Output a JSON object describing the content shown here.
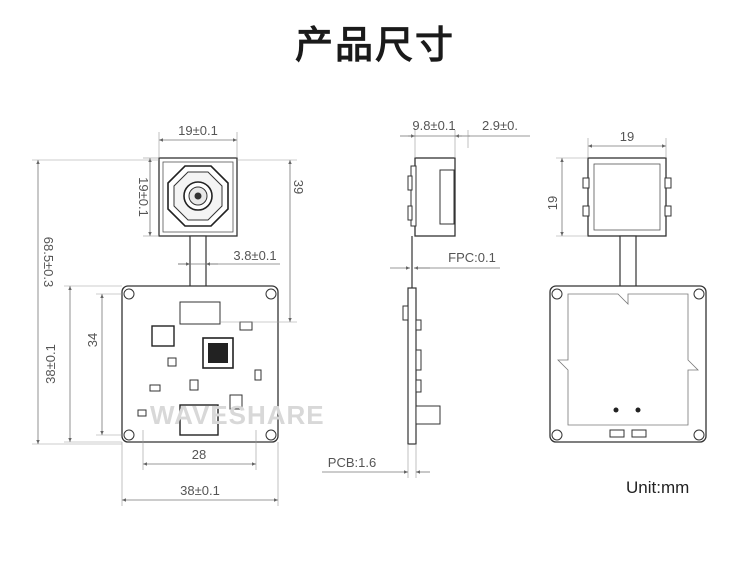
{
  "title": "产品尺寸",
  "unit_label": "Unit:mm",
  "watermark": "WAVESHARE",
  "front_view": {
    "camera_width": "19±0.1",
    "camera_height": "19±0.1",
    "camera_offset": "39",
    "total_height": "68.5±0.3",
    "flex_width": "3.8±0.1",
    "board_height": "38±0.1",
    "hole_spacing_v": "34",
    "hole_spacing_h": "28",
    "board_width": "38±0.1"
  },
  "side_view": {
    "camera_depth": "9.8±0.1",
    "lens_protrusion": "2.9±0.",
    "fpc_thickness": "FPC:0.1",
    "pcb_thickness": "PCB:1.6"
  },
  "back_view": {
    "width": "19",
    "height": "19"
  }
}
